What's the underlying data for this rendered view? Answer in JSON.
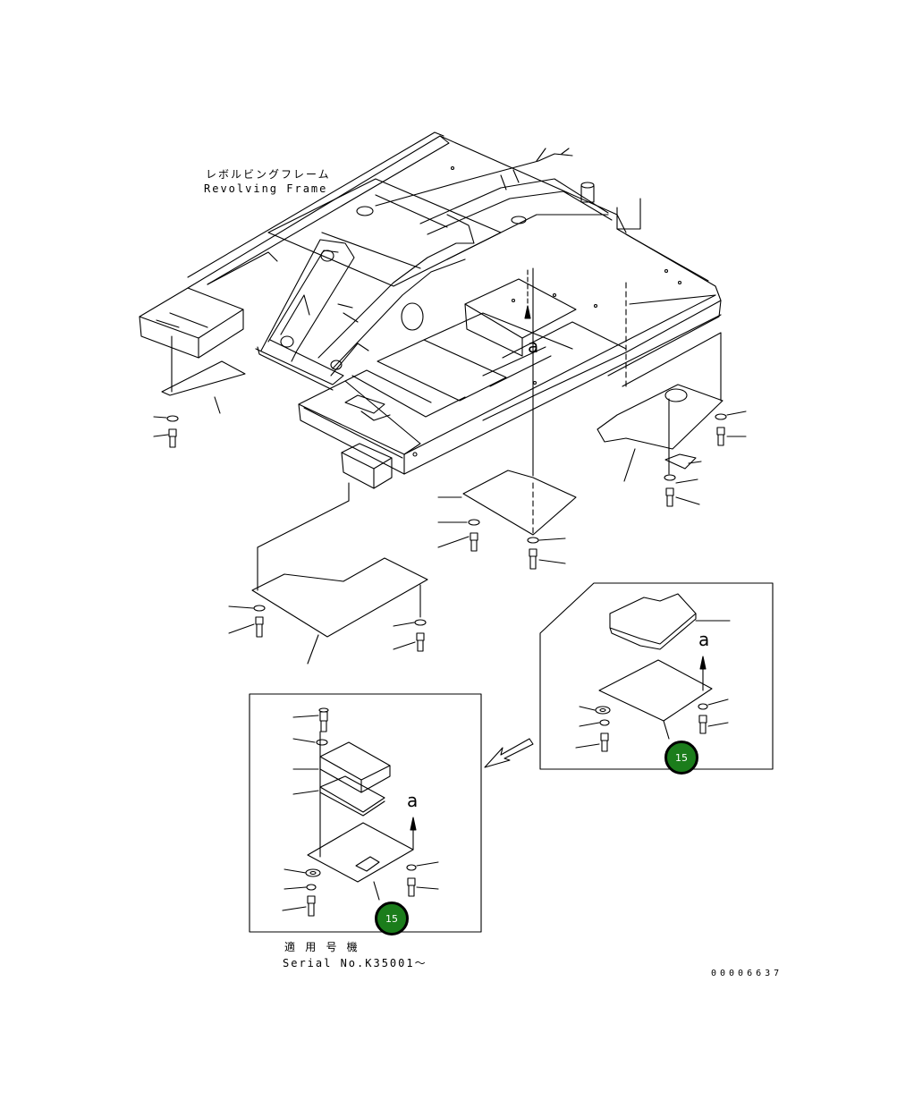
{
  "frame_label": {
    "jp": "レボルビングフレーム",
    "en": "Revolving Frame"
  },
  "serial_label": {
    "jp": "適 用 号 機",
    "en": "Serial No.K35001～"
  },
  "callouts": [
    {
      "text": "15"
    },
    {
      "text": "15"
    }
  ],
  "arrow_letter": "a",
  "document_number": "00006637",
  "colors": {
    "line": "#000000",
    "callout_fill": "#1b7d1b",
    "background": "#ffffff"
  }
}
